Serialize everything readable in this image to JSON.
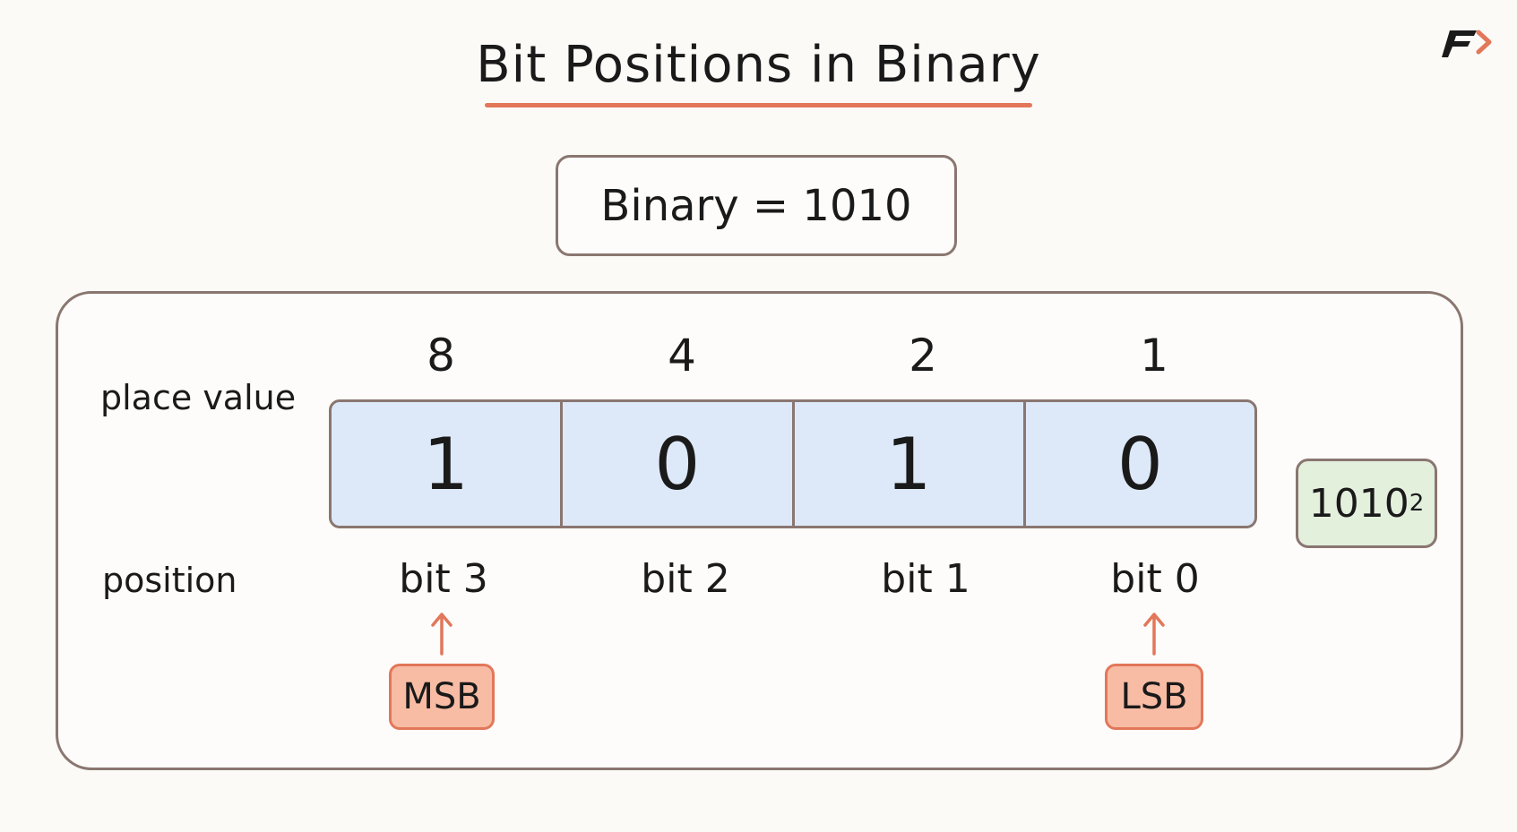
{
  "title": "Bit Positions in Binary",
  "binary_expression": "Binary = 1010",
  "labels": {
    "place_value": "place value",
    "position": "position"
  },
  "place_values": [
    "8",
    "4",
    "2",
    "1"
  ],
  "bits": [
    "1",
    "0",
    "1",
    "0"
  ],
  "bit_names": [
    "bit 3",
    "bit 2",
    "bit 1",
    "bit 0"
  ],
  "markers": {
    "msb": "MSB",
    "lsb": "LSB"
  },
  "result": {
    "value": "1010",
    "base": "2"
  },
  "colors": {
    "accent": "#e2775a",
    "bit_fill": "#dde9f8",
    "result_fill": "#e3f0dc",
    "tag_fill": "#f8bca4",
    "border": "#8a7670"
  },
  "logo_icon": "brand-logo-icon"
}
